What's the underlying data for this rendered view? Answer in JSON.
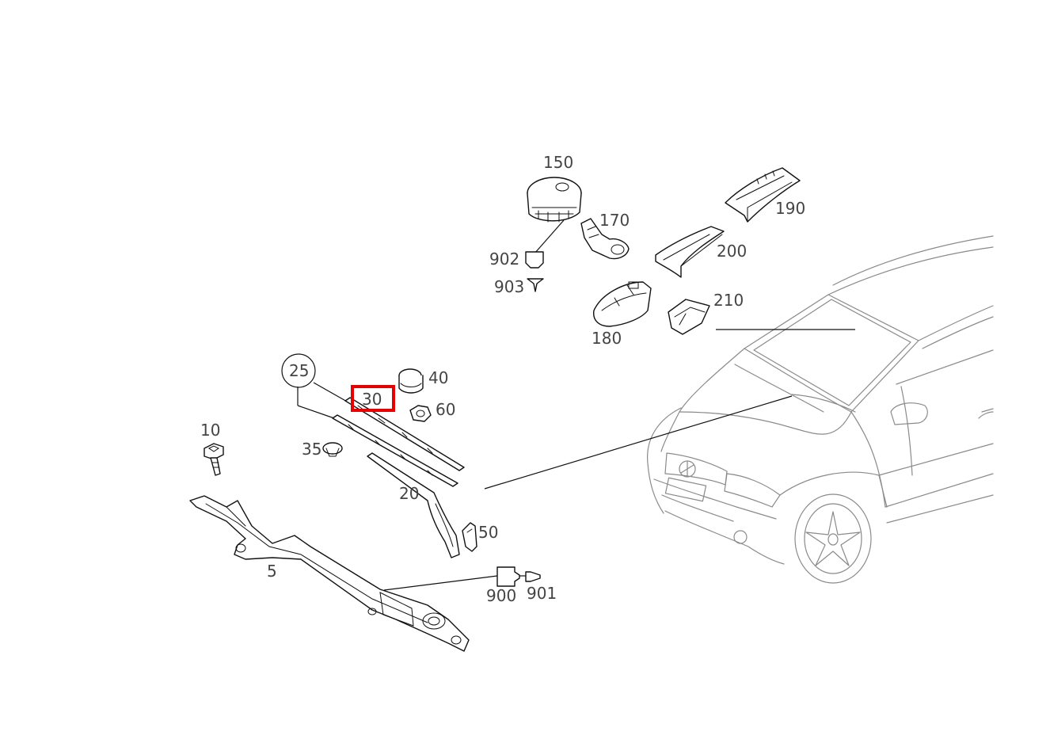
{
  "diagram": {
    "highlight_color": "#e60000",
    "highlighted_label": "30",
    "labels": {
      "p5": "5",
      "p10": "10",
      "p20": "20",
      "p25": "25",
      "p30": "30",
      "p35": "35",
      "p40": "40",
      "p50": "50",
      "p60": "60",
      "p150": "150",
      "p170": "170",
      "p180": "180",
      "p190": "190",
      "p200": "200",
      "p210": "210",
      "p900": "900",
      "p901": "901",
      "p902": "902",
      "p903": "903"
    }
  }
}
